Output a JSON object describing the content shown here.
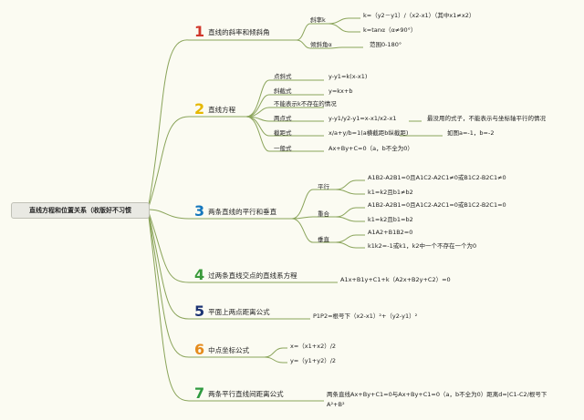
{
  "root": "直线方程和位置关系（收版好不习惯",
  "colors": {
    "branch": "#8aa45a",
    "n1": "#d0372b",
    "n2": "#e6b800",
    "n3": "#1577bd",
    "n4": "#3a9a3a",
    "n5": "#1d3474",
    "n6": "#e58b1d",
    "n7": "#2f9a40"
  },
  "topics": [
    {
      "num": "1",
      "label": "直线的斜率和倾斜角"
    },
    {
      "num": "2",
      "label": "直线方程"
    },
    {
      "num": "3",
      "label": "两条直线的平行和垂直"
    },
    {
      "num": "4",
      "label": "过两条直线交点的直线系方程"
    },
    {
      "num": "5",
      "label": "平面上两点距离公式"
    },
    {
      "num": "6",
      "label": "中点坐标公式"
    },
    {
      "num": "7",
      "label": "两条平行直线间距离公式"
    }
  ],
  "t1": {
    "slope": "斜率k",
    "k1": "k=（y2－y1）/（x2-x1）（其中x1≠x2）",
    "k2": "k=tanα（α≠90°）",
    "angle": "倾斜角α",
    "range": "范围0-180°"
  },
  "t2": {
    "ps": "点斜式",
    "ps_f": "y-y1=k(x-x1)",
    "xj": "斜截式",
    "xj_f": "y=kx+b",
    "note": "不能表示k不存在的情况",
    "lp": "两点式",
    "lp_f": "y-y1/y2-y1=x-x1/x2-x1",
    "lp_n": "最没用的式子，不能表示与坐标轴平行的情况",
    "jj": "截距式",
    "jj_f": "x/a+y/b=1(a横截距b纵截距)",
    "jj_n": "如图a=-1，b=-2",
    "yb": "一般式",
    "yb_f": "Ax+By+C=0（a，b不全为0）"
  },
  "t3": {
    "px": "平行",
    "px1": "A1B2-A2B1=0且A1C2-A2C1≠0或B1C2-B2C1≠0",
    "px2": "k1=k2且b1≠b2",
    "ch": "重合",
    "ch1": "A1B2-A2B1=0且A1C2-A2C1=0或B1C2-B2C1=0",
    "ch2": "k1=k2且b1=b2",
    "cz": "垂直",
    "cz1": "A1A2+B1B2=0",
    "cz2": "k1k2=-1或k1，k2中一个不存在一个为0"
  },
  "t4": {
    "f": "A1x+B1y+C1+k（A2x+B2y+C2）=0"
  },
  "t5": {
    "f": "P1P2=根号下（x2-x1）²+（y2-y1）²"
  },
  "t6": {
    "x": "x=（x1+x2）/2",
    "y": "y=（y1+y2）/2"
  },
  "t7": {
    "f1": "两条直线Ax+By+C1=0与Ax+By+C1=0（a，b不全为0）距离d=|C1-C2/根号下",
    "f2": "A²+B²"
  }
}
